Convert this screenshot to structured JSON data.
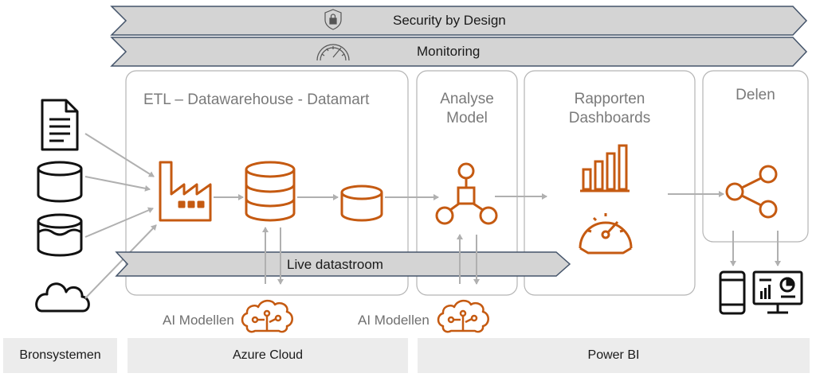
{
  "bands": {
    "security": "Security by Design",
    "monitoring": "Monitoring",
    "live_stream": "Live datastroom"
  },
  "panels": {
    "etl": "ETL – Datawarehouse - Datamart",
    "analyse": [
      "Analyse",
      "Model"
    ],
    "rapporten": [
      "Rapporten",
      "Dashboards"
    ],
    "delen": "Delen"
  },
  "ai_labels": [
    "AI Modellen",
    "AI Modellen"
  ],
  "footer": {
    "bronsystemen": "Bronsystemen",
    "azure": "Azure Cloud",
    "powerbi": "Power BI"
  },
  "colors": {
    "accent": "#c55a11",
    "band_fill": "#d4d4d4",
    "band_stroke": "#44546a",
    "panel_stroke": "#b4b4b4",
    "arrow": "#b0b0b0",
    "footer_bg": "#ececec"
  },
  "icons": [
    "lock-icon",
    "gauge-icon",
    "document-icon",
    "database-icon",
    "water-tank-icon",
    "cloud-icon",
    "factory-icon",
    "datawarehouse-icon",
    "datamart-icon",
    "hierarchy-model-icon",
    "bar-chart-icon",
    "dashboard-gauge-icon",
    "share-icon",
    "mobile-icon",
    "report-monitor-icon",
    "ai-brain-icon"
  ]
}
